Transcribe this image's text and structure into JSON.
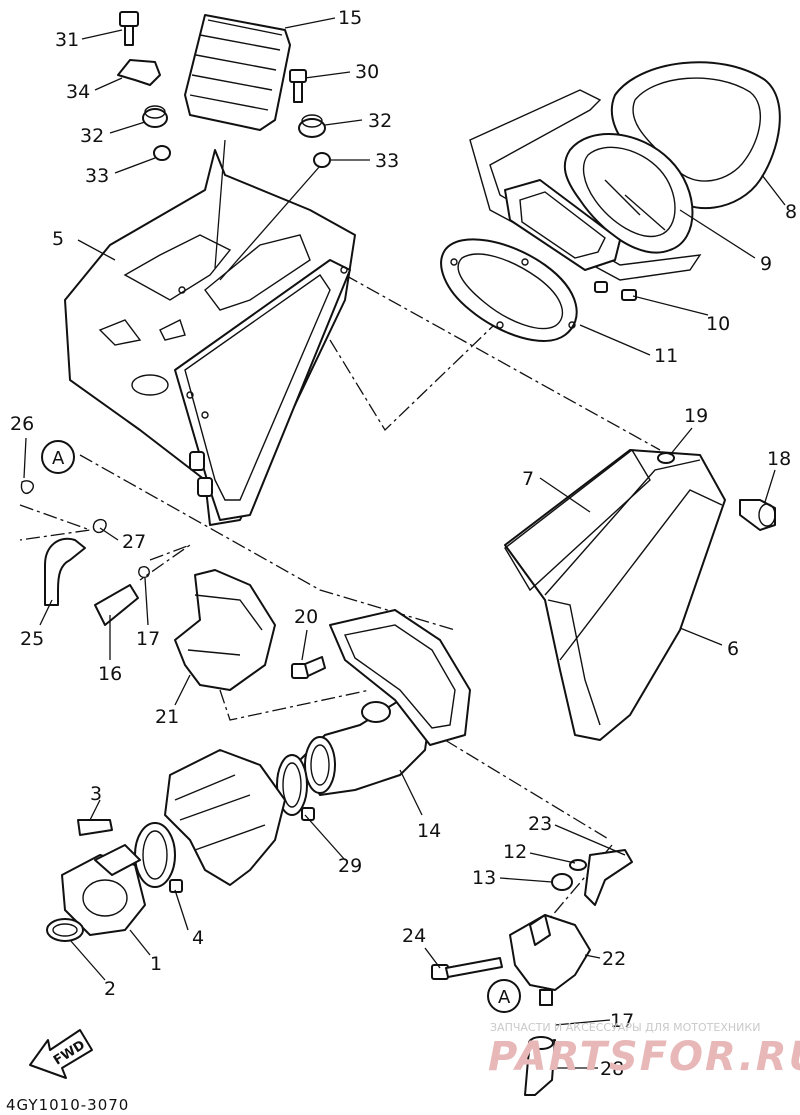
{
  "diagram_code": "4GY1010-3070",
  "fwd_label": "FWD",
  "reference_marker": "A",
  "watermark": {
    "caption": "ЗАПЧАСТИ И АКСЕССУАРЫ ДЛЯ МОТОТЕХНИКИ",
    "site": "PARTSFOR.RU"
  },
  "callouts": {
    "p1": "1",
    "p2": "2",
    "p3": "3",
    "p4": "4",
    "p5": "5",
    "p6": "6",
    "p7": "7",
    "p8": "8",
    "p9": "9",
    "p10": "10",
    "p11": "11",
    "p12": "12",
    "p13": "13",
    "p14": "14",
    "p15": "15",
    "p16": "16",
    "p17a": "17",
    "p17b": "17",
    "p18": "18",
    "p19": "19",
    "p20": "20",
    "p21": "21",
    "p22": "22",
    "p23": "23",
    "p24": "24",
    "p25": "25",
    "p26": "26",
    "p27": "27",
    "p28": "28",
    "p29": "29",
    "p30": "30",
    "p31": "31",
    "p32a": "32",
    "p32b": "32",
    "p33a": "33",
    "p33b": "33",
    "p34": "34"
  }
}
